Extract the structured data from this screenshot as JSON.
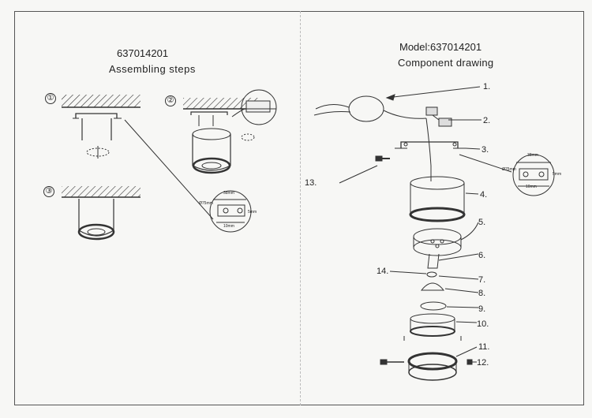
{
  "left": {
    "model": "637014201",
    "title": "Assembling steps",
    "steps": [
      "①",
      "②",
      "③"
    ],
    "dimensions": {
      "dia": "Ø75mm",
      "w": "38mm",
      "h": "10mm",
      "s": "5mm"
    }
  },
  "right": {
    "model": "Model:637014201",
    "title": "Component drawing",
    "parts": [
      "1.",
      "2.",
      "3.",
      "4.",
      "5.",
      "6.",
      "7.",
      "8.",
      "9.",
      "10.",
      "11.",
      "12.",
      "13.",
      "14."
    ],
    "dimensions": {
      "dia": "Ø75mm",
      "w": "38mm",
      "h": "10mm",
      "s": "5mm"
    }
  }
}
